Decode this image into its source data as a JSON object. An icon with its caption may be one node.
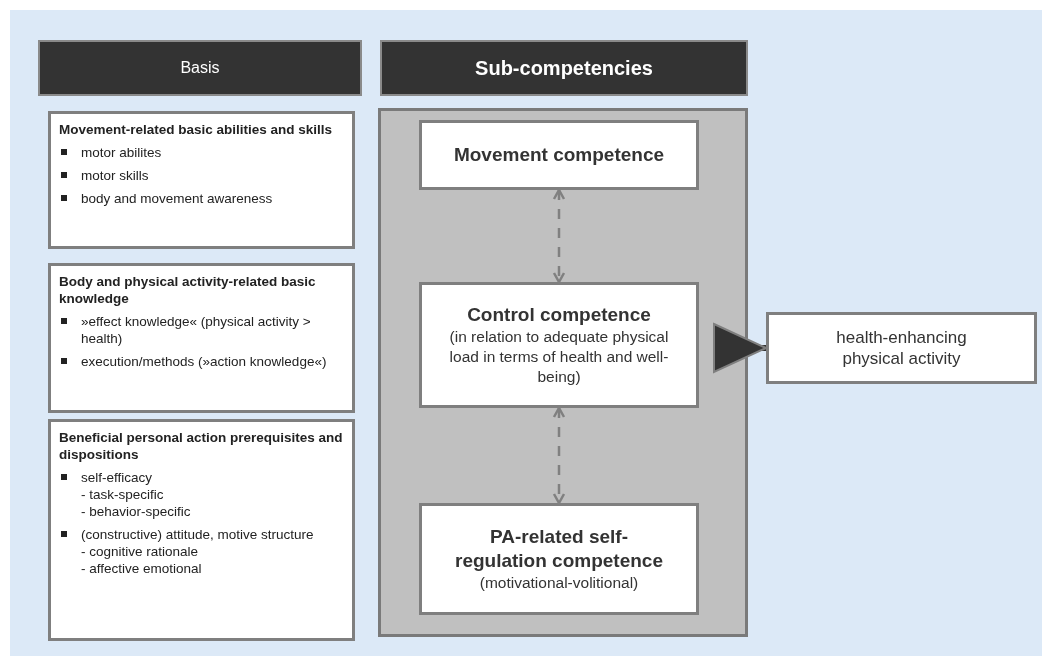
{
  "diagram": {
    "nodes": [
      {
        "text": [
          "Basis"
        ]
      },
      {
        "text": [
          "Movement-related basic abilities and skills",
          "motor abilites",
          "motor skills",
          "body and movement awareness"
        ]
      },
      {
        "text": [
          "Body and physical activity-related basic knowledge",
          "»effect knowledge« (physical activity > health)",
          "execution/methods (»action knowledge«)"
        ]
      },
      {
        "text": [
          "Beneficial personal action prerequisites and dispositions",
          "self-efficacy",
          "- task-specific",
          "- behavior-specific",
          "(constructive) attitude, motive structure",
          "- cognitive rationale",
          "- affective emotional"
        ]
      },
      {
        "text": [
          "Sub-competencies"
        ]
      },
      {
        "text": [],
        "shape": "box"
      },
      {
        "text": [
          "Movement competence"
        ],
        "in": 5
      },
      {
        "text": [
          "Control competence",
          "(in relation to adequate physical load in terms of health and well-being)"
        ],
        "in": 5
      },
      {
        "text": [
          "PA-related self-regulation competence",
          "(motivational-volitional)"
        ],
        "in": 5
      },
      {
        "text": [
          "health-enhancing physical activity"
        ]
      }
    ],
    "edges": [
      {
        "from": 6,
        "to": 7,
        "arrow": "both",
        "style": "dashed"
      },
      {
        "from": 7,
        "to": 8,
        "arrow": "both",
        "style": "dashed"
      },
      {
        "from": 5,
        "to": 9,
        "arrow": "to",
        "style": "thick",
        "color": "#333333"
      }
    ]
  }
}
